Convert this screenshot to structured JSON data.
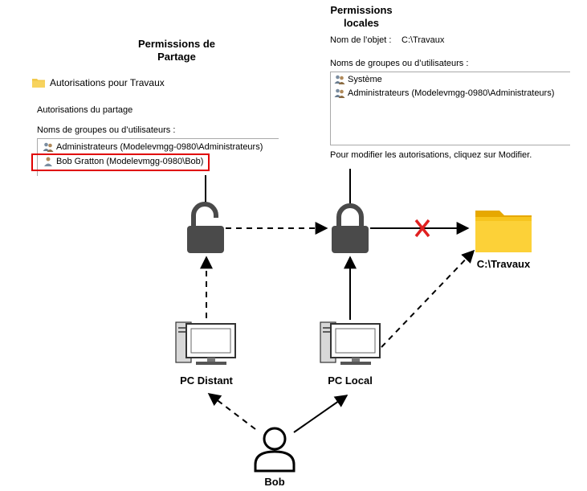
{
  "share_panel": {
    "title_line1": "Permissions de",
    "title_line2": "Partage",
    "folder_title": "Autorisations pour Travaux",
    "section_label": "Autorisations du partage",
    "groups_label": "Noms de groupes ou d’utilisateurs :",
    "entries": [
      "Administrateurs (Modelevmgg-0980\\Administrateurs)",
      "Bob Gratton (Modelevmgg-0980\\Bob)"
    ]
  },
  "local_panel": {
    "title_line1": "Permissions",
    "title_line2": "locales",
    "object_name_label": "Nom de l’objet :",
    "object_name_value": "C:\\Travaux",
    "groups_label": "Noms de groupes ou d’utilisateurs :",
    "entries": [
      "Système",
      "Administrateurs (Modelevmgg-0980\\Administrateurs)"
    ],
    "modify_note": "Pour modifier les autorisations, cliquez sur Modifier."
  },
  "nodes": {
    "pc_distant": "PC Distant",
    "pc_local": "PC Local",
    "folder": "C:\\Travaux",
    "user": "Bob"
  },
  "colors": {
    "highlight": "#e00000",
    "lock": "#4a4a4a",
    "folder": "#f7c51e",
    "deny_mark": "#e02020"
  }
}
